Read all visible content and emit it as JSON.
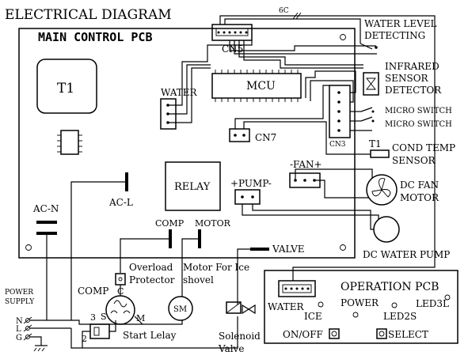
{
  "title": "ELECTRICAL DIAGRAM",
  "main_pcb": {
    "label": "MAIN CONTROL PCB",
    "t1": "T1",
    "mcu": "MCU",
    "relay": "RELAY",
    "cn5": "CN5",
    "cn7": "CN7",
    "cn3": "CN3",
    "water": "WATER",
    "pump": "+PUMP-",
    "fan": "-FAN+"
  },
  "connections": {
    "six_c": "6C",
    "ac_n": "AC-N",
    "ac_l": "AC-L",
    "comp": "COMP",
    "motor": "MOTOR",
    "valve": "VALVE"
  },
  "right_side": {
    "water_level_1": "WATER LEVEL",
    "water_level_2": "DETECTING",
    "ir_1": "INFRARED",
    "ir_2": "SENSOR",
    "ir_3": "DETECTOR",
    "micro_1": "MICRO SWITCH",
    "micro_2": "MICRO SWITCH",
    "t1": "T1",
    "cond_1": "COND TEMP",
    "cond_2": "SENSOR",
    "fan_1": "DC FAN",
    "fan_2": "MOTOR",
    "pump": "DC WATER PUMP"
  },
  "power": {
    "supply_1": "POWER",
    "supply_2": "SUPPLY",
    "n": "N",
    "l": "L",
    "g": "G"
  },
  "compressor": {
    "comp": "COMP",
    "c": "C",
    "s": "S",
    "m": "M",
    "n3": "3",
    "n2": "2",
    "overload_1": "Overload",
    "overload_2": "Protector",
    "start": "Start Lelay",
    "motor_1": "Motor For Ice",
    "motor_2": "shovel",
    "sm": "SM",
    "solenoid_1": "Solenoid",
    "solenoid_2": "Valve"
  },
  "operation": {
    "title": "OPERATION PCB",
    "water": "WATER",
    "ice": "ICE",
    "power": "POWER",
    "led2s": "LED2S",
    "led3l": "LED3L",
    "onoff": "ON/OFF",
    "select": "SELECT"
  }
}
